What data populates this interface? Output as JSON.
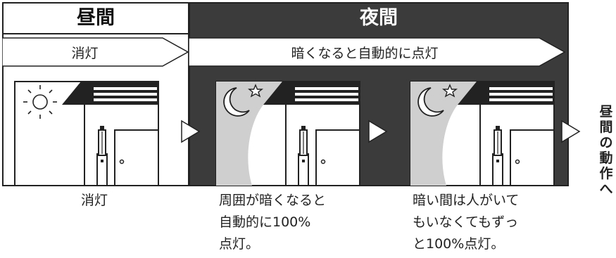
{
  "day": {
    "header": "昼間",
    "banner": "消灯",
    "caption": "消灯"
  },
  "night": {
    "header": "夜間",
    "banner": "暗くなると自動的に点灯",
    "caption_1": "周囲が暗くなると\n自動的に100%\n点灯。",
    "caption_2": "暗い間は人がいて\nもいなくてもずっ\nと100%点灯。"
  },
  "side_label": "昼間の動作へ",
  "colors": {
    "night_background": "#3b3b3b",
    "night_sky": "#cfcfcf",
    "outline": "#222222"
  },
  "icons": [
    "sun-icon",
    "moon-icon",
    "star-icon",
    "gate-light-icon",
    "door-icon",
    "next-arrow-icon"
  ]
}
